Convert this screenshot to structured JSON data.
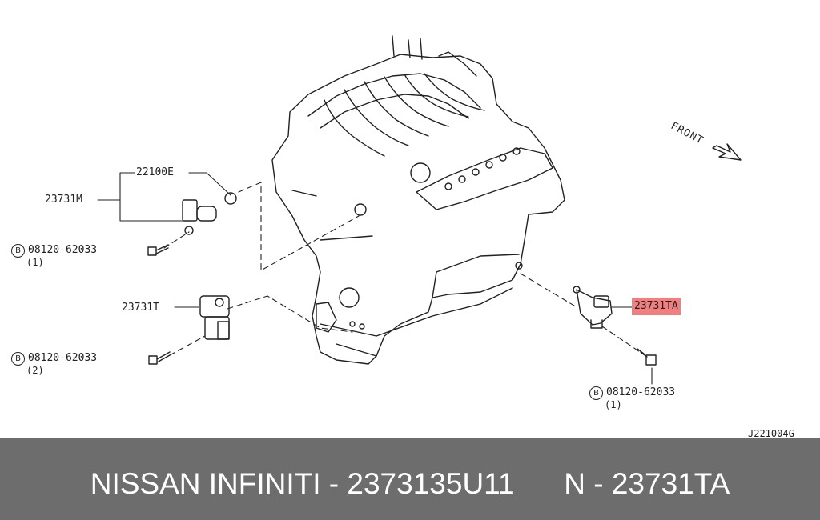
{
  "diagram": {
    "labels": {
      "seal": "22100E",
      "sensor_m": "23731M",
      "sensor_t": "23731T",
      "sensor_ta": "23731TA",
      "bolt_1": "08120-62033",
      "bolt_2": "08120-62033",
      "bolt_3": "08120-62033",
      "qty_1": "(1)",
      "qty_2": "(2)",
      "qty_3": "(1)",
      "bolt_symbol": "B",
      "front": "FRONT",
      "drawing_code": "J221004G"
    },
    "highlight_color": "#f08080"
  },
  "footer": {
    "text": "NISSAN INFINITI - 2373135U11      N - 23731TA",
    "background": "#6d6d6d"
  }
}
